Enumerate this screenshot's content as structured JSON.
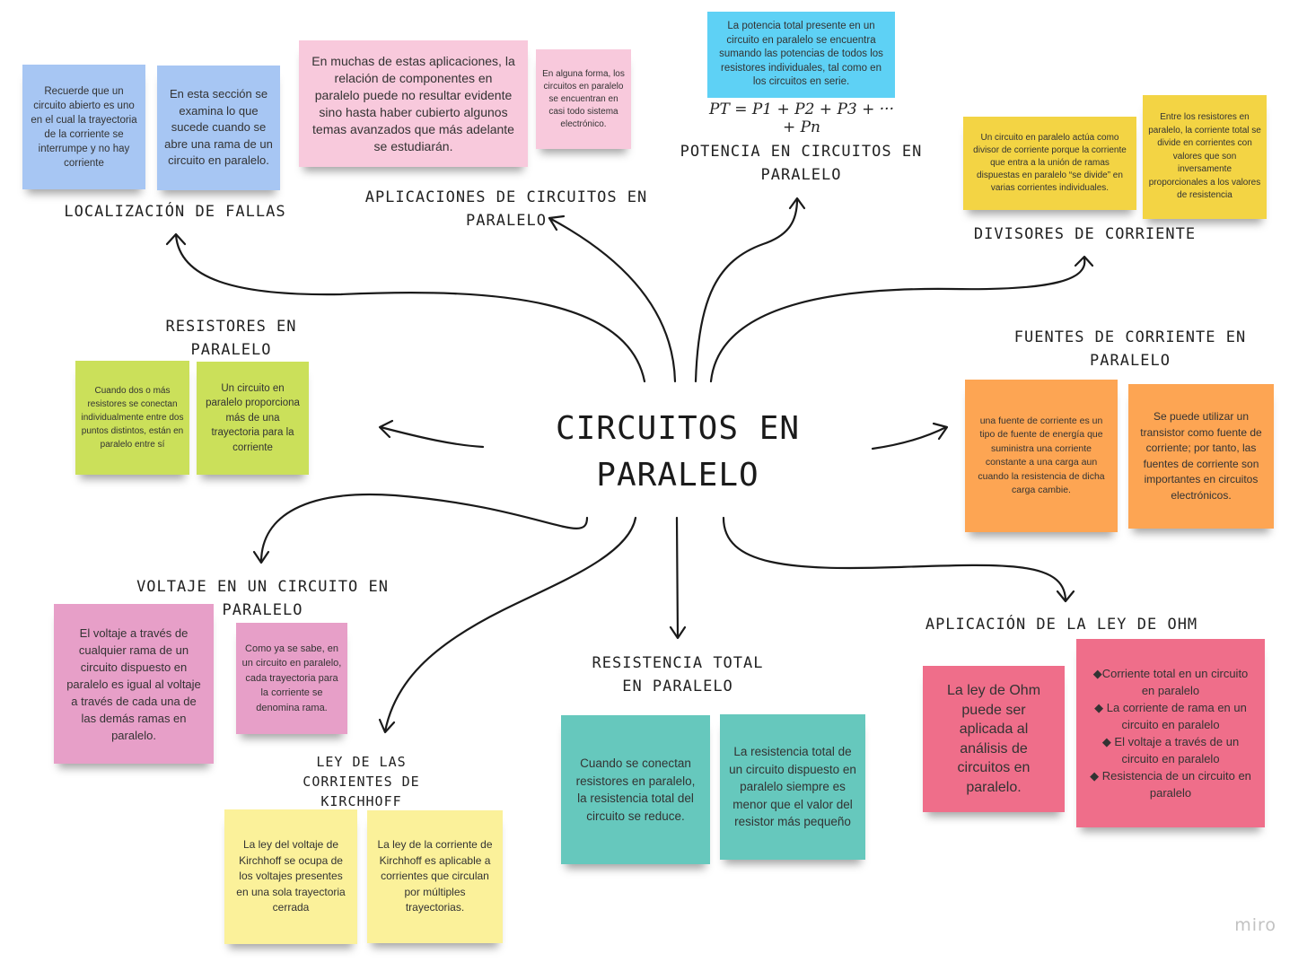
{
  "center_title": "CIRCUITOS EN PARALELO",
  "branches": {
    "localizacion": {
      "title": "LOCALIZACIÓN DE FALLAS",
      "notes": [
        "Recuerde que un circuito abierto es uno en el cual la trayectoria de la corriente se interrumpe y no hay corriente",
        "En esta sección se examina lo que sucede cuando se abre una rama de un circuito en paralelo."
      ]
    },
    "aplicaciones": {
      "title": "APLICACIONES DE CIRCUITOS EN PARALELO",
      "notes": [
        "En muchas de estas aplicaciones, la relación de componentes en paralelo puede no resultar evidente sino hasta haber cubierto algunos temas avanzados que más adelante se estudiarán.",
        "En alguna forma, los circuitos en paralelo se encuentran en casi todo sistema electrónico."
      ]
    },
    "potencia": {
      "title": "POTENCIA EN CIRCUITOS EN PARALELO",
      "notes": [
        "La potencia total presente en un circuito en paralelo se encuentra sumando las potencias de todos los resistores individuales, tal como en los circuitos en serie."
      ],
      "formula": "PT = P1 + P2 + P3 + ··· + Pn"
    },
    "divisores": {
      "title": "DIVISORES DE CORRIENTE",
      "notes": [
        "Un circuito en paralelo actúa como divisor de corriente porque la corriente que entra a la unión de ramas dispuestas en paralelo “se divide” en varias corrientes individuales.",
        "Entre los resistores en paralelo, la corriente total se divide en corrientes con valores que son inversamente proporcionales a los valores de resistencia"
      ]
    },
    "resistores": {
      "title": "RESISTORES EN PARALELO",
      "notes": [
        "Cuando dos o más resistores se conectan individualmente entre dos puntos distintos, están en paralelo entre sí",
        "Un circuito en paralelo proporciona más de una trayectoria para la corriente"
      ]
    },
    "fuentes": {
      "title": "FUENTES DE CORRIENTE EN PARALELO",
      "notes": [
        "una fuente de corriente es un tipo de fuente de energía que suministra una corriente constante a una carga aun cuando la resistencia de dicha carga cambie.",
        "Se puede utilizar un transistor como fuente de corriente; por tanto, las fuentes de corriente son importantes en circuitos electrónicos."
      ]
    },
    "voltaje": {
      "title": "VOLTAJE EN UN CIRCUITO EN PARALELO",
      "notes": [
        "El voltaje a través de cualquier rama de un circuito dispuesto en paralelo es igual al voltaje a través de cada una de las demás ramas en paralelo.",
        "Como ya se sabe, en un circuito en paralelo, cada trayectoria para la corriente se denomina rama."
      ]
    },
    "kirchhoff": {
      "title": "LEY DE LAS CORRIENTES DE KIRCHHOFF",
      "notes": [
        "La ley del voltaje de Kirchhoff se ocupa de los voltajes presentes en una sola trayectoria cerrada",
        "La ley de la corriente de Kirchhoff es aplicable a corrientes que circulan por múltiples trayectorias."
      ]
    },
    "resistencia_total": {
      "title": "RESISTENCIA TOTAL EN PARALELO",
      "notes": [
        "Cuando se conectan resistores en paralelo, la resistencia total del circuito se reduce.",
        "La resistencia total de un circuito dispuesto en paralelo siempre es menor que el valor del resistor más pequeño"
      ]
    },
    "ohm": {
      "title": "APLICACIÓN DE LA LEY DE OHM",
      "notes": [
        "La ley de Ohm puede ser aplicada al análisis de circuitos en paralelo.",
        "◆Corriente total en un circuito en paralelo\n◆ La corriente de rama en un circuito en paralelo\n◆ El voltaje a través de un circuito en paralelo\n◆ Resistencia de un circuito en paralelo"
      ]
    }
  },
  "watermark": "miro",
  "colors": {
    "blue": "#a7c6f3",
    "pink": "#f8c9dc",
    "cyan": "#5ed1f5",
    "yellow": "#f3d444",
    "lime": "#cbe05a",
    "orange": "#fda553",
    "magenta": "#e79fc8",
    "teal": "#66c8bd",
    "lightyellow": "#fbf19a",
    "red": "#ef6e8a",
    "connector": "#1a1a1a"
  }
}
